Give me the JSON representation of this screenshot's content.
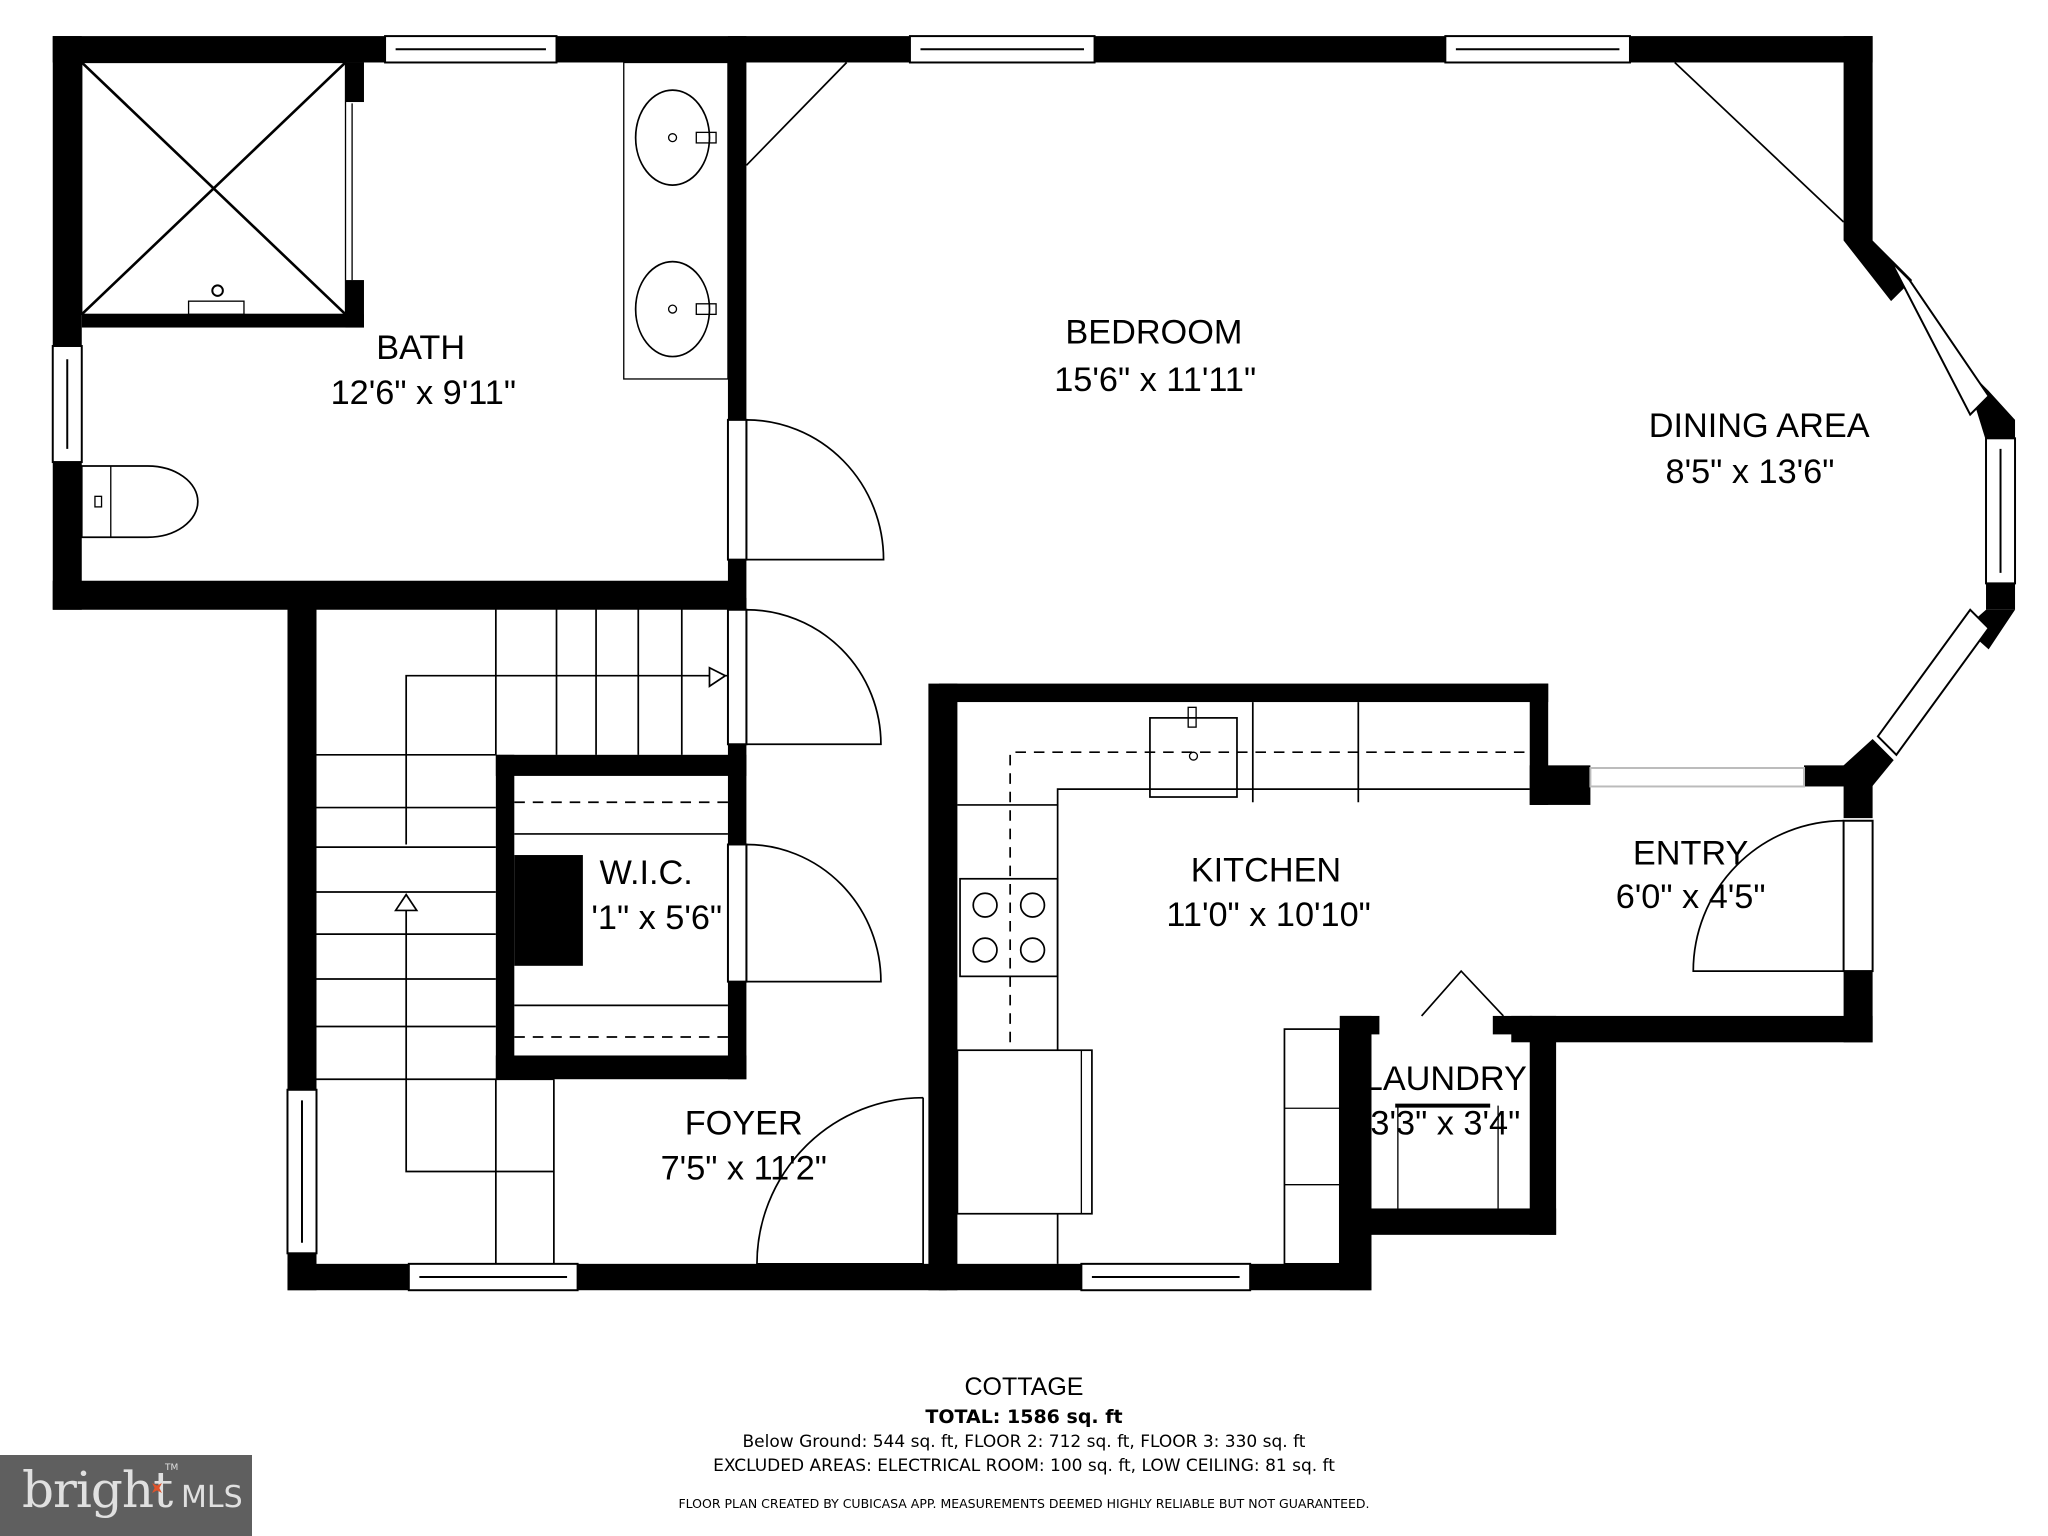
{
  "rooms": {
    "bath": {
      "name": "BATH",
      "dims": "12'6\" x 9'11\""
    },
    "bedroom": {
      "name": "BEDROOM",
      "dims": "15'6\" x 11'11\""
    },
    "dining": {
      "name": "DINING AREA",
      "dims": "8'5\" x 13'6\""
    },
    "wic": {
      "name": "W.I.C.",
      "dims": "'1\" x 5'6\""
    },
    "kitchen": {
      "name": "KITCHEN",
      "dims": "11'0\" x 10'10\""
    },
    "entry": {
      "name": "ENTRY",
      "dims": "6'0\" x 4'5\""
    },
    "foyer": {
      "name": "FOYER",
      "dims": "7'5\" x 11'2\""
    },
    "laundry": {
      "name": "LAUNDRY",
      "dims": "3'3\" x 3'4\""
    }
  },
  "footer": {
    "title": "COTTAGE",
    "total": "TOTAL: 1586 sq. ft",
    "floors": "Below Ground: 544 sq. ft, FLOOR 2: 712 sq. ft, FLOOR 3: 330 sq. ft",
    "excluded": "EXCLUDED AREAS: ELECTRICAL ROOM: 100 sq. ft, LOW CEILING: 81 sq. ft",
    "disclaimer": "FLOOR PLAN CREATED BY CUBICASA APP. MEASUREMENTS DEEMED HIGHLY RELIABLE BUT NOT GUARANTEED."
  },
  "logo": {
    "brand": "bright",
    "tm": "TM",
    "suffix": "MLS",
    "bg_color": "#5f5f5f",
    "accent_color": "#e0532a"
  },
  "colors": {
    "wall": "#000000",
    "background": "#ffffff"
  }
}
